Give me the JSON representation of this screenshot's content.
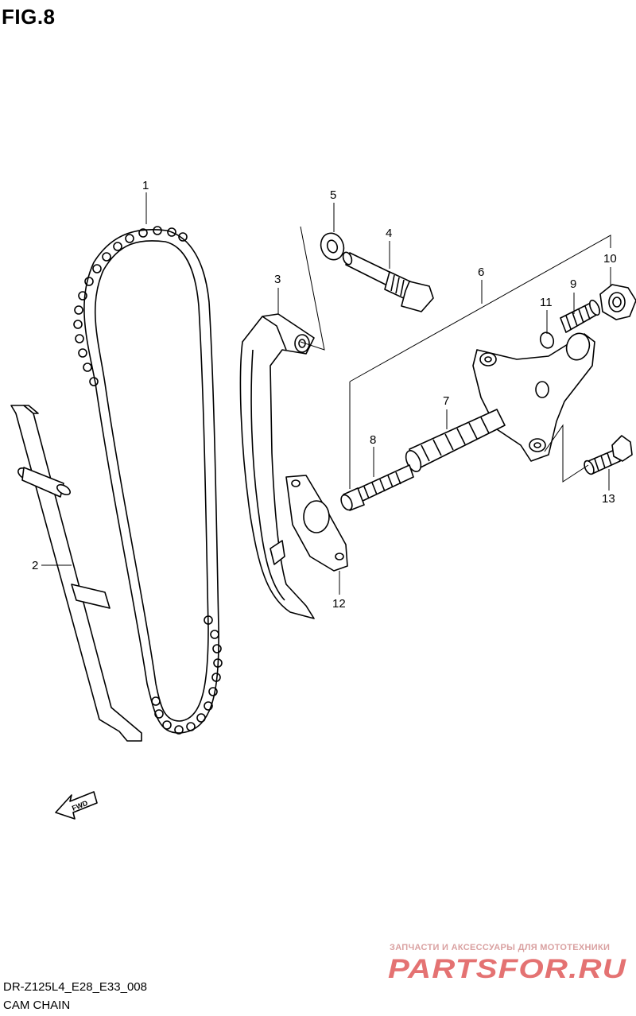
{
  "figure": {
    "title": "FIG.8",
    "model_code": "DR-Z125L4_E28_E33_008",
    "section_title": "CAM CHAIN",
    "direction_label": "FWD"
  },
  "callouts": [
    "1",
    "2",
    "3",
    "4",
    "5",
    "6",
    "7",
    "8",
    "9",
    "10",
    "11",
    "12",
    "13"
  ],
  "watermark": {
    "tagline": "ЗАПЧАСТИ И АКСЕССУАРЫ ДЛЯ МОТОТЕХНИКИ",
    "logo_text": "PARTSFOR.RU",
    "color": "#e05a5a"
  },
  "colors": {
    "line": "#000000",
    "background": "#ffffff"
  }
}
